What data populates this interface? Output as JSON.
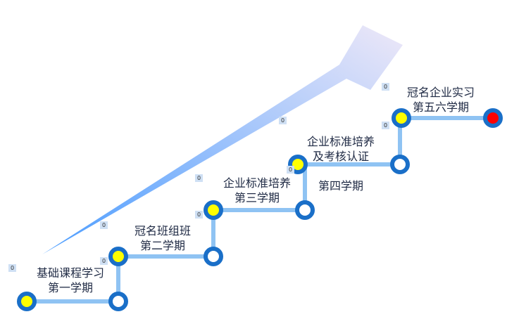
{
  "stages": [
    {
      "title": "基础课程学习",
      "term": "第一学期"
    },
    {
      "title": "冠名班组班",
      "term": "第二学期"
    },
    {
      "title": "企业标准培养",
      "term": "第三学期"
    },
    {
      "title": "企业标准培养\n及考核认证",
      "term": "第四学期"
    },
    {
      "title": "冠名企业实习",
      "term": "第五六学期"
    }
  ],
  "badges": [
    "0",
    "0",
    "0",
    "0",
    "0",
    "0",
    "0",
    "0",
    "0"
  ],
  "colors": {
    "line": "#8fc3f3",
    "ring": "#1a6fc8",
    "active": "#ffff00",
    "end": "#ff0000",
    "arrow_start": "#4a9cff",
    "arrow_end": "#eee8f8"
  }
}
